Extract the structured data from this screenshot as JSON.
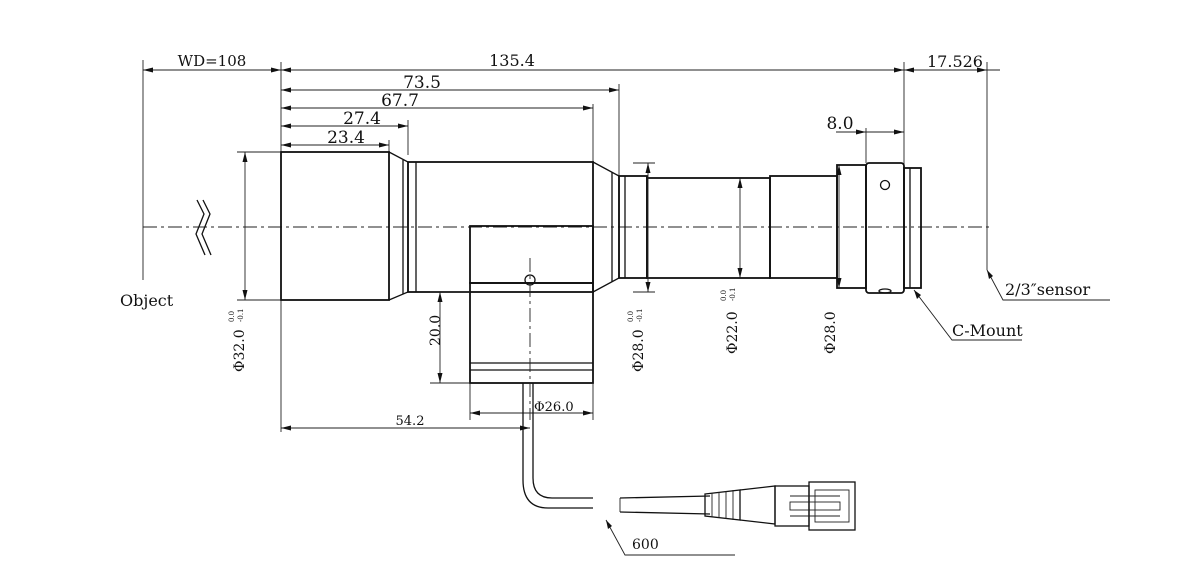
{
  "labels": {
    "wd": "WD=108",
    "total_length": "135.4",
    "back_focus": "17.526",
    "len_73_5": "73.5",
    "len_67_7": "67.7",
    "len_27_4": "27.4",
    "len_23_4": "23.4",
    "len_8_0": "8.0",
    "object": "Object",
    "sensor": "2/3″sensor",
    "c_mount": "C-Mount",
    "dia_32": "Φ32.0",
    "dia_28_a": "Φ28.0",
    "dia_22": "Φ22.0",
    "dia_28_b": "Φ28.0",
    "tol_upper": "0.0",
    "tol_lower": "-0.1",
    "height_20": "20.0",
    "dia_26": "Φ26.0",
    "len_54_2": "54.2",
    "cable_600": "600"
  }
}
